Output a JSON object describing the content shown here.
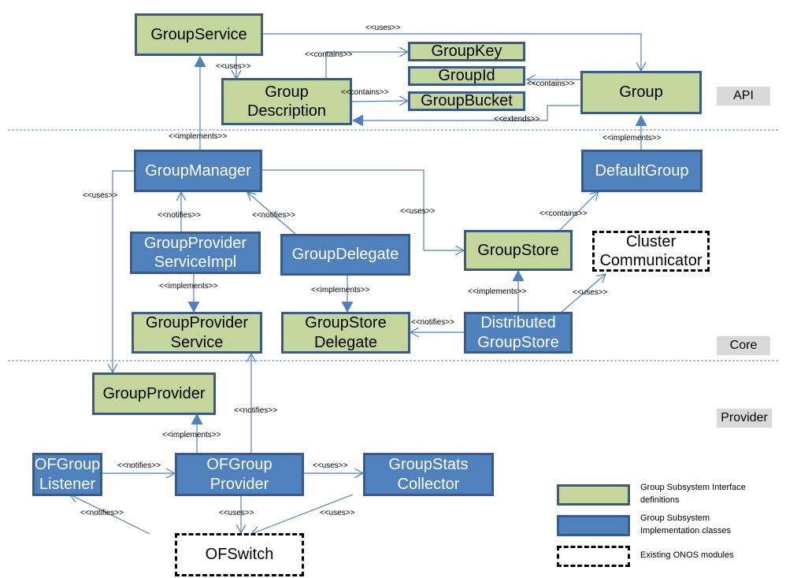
{
  "layers": {
    "api": "API",
    "core": "Core",
    "provider": "Provider"
  },
  "nodes": {
    "group_service": "GroupService",
    "group_description": "Group\nDescription",
    "group_key": "GroupKey",
    "group_id": "GroupId",
    "group_bucket": "GroupBucket",
    "group": "Group",
    "group_manager": "GroupManager",
    "default_group": "DefaultGroup",
    "group_provider_service_impl": "GroupProvider\nServiceImpl",
    "group_delegate": "GroupDelegate",
    "group_store": "GroupStore",
    "cluster_communicator": "Cluster\nCommunicator",
    "group_provider_service": "GroupProvider\nService",
    "group_store_delegate": "GroupStore\nDelegate",
    "distributed_group_store": "Distributed\nGroupStore",
    "group_provider": "GroupProvider",
    "of_group_listener": "OFGroup\nListener",
    "of_group_provider": "OFGroup\nProvider",
    "group_stats_collector": "GroupStats\nCollector",
    "of_switch": "OFSwitch"
  },
  "relations": {
    "service_uses_group": "<<uses>>",
    "service_uses_desc": "<<uses>>",
    "desc_contains_key": "<<contains>>",
    "desc_contains_bucket": "<<contains>>",
    "group_contains_id": "<<contains>>",
    "group_extends_desc": "<<extends>>",
    "manager_implements_service": "<<implements>>",
    "default_implements_group": "<<implements>>",
    "manager_uses_provider": "<<uses>>",
    "psi_notifies_manager": "<<notifies>>",
    "delegate_notifies_manager": "<<notifies>>",
    "manager_uses_store": "<<uses>>",
    "store_contains_default": "<<contains>>",
    "psi_implements_ps": "<<implements>>",
    "delegate_implements_sd": "<<implements>>",
    "dgs_implements_store": "<<implements>>",
    "dgs_uses_cluster": "<<uses>>",
    "dgs_notifies_sd": "<<notifies>>",
    "ofp_notifies_ps": "<<notifies>>",
    "ofp_implements_gp": "<<implements>>",
    "listener_notifies_ofp": "<<notifies>>",
    "ofp_uses_stats": "<<uses>>",
    "switch_notifies_listener": "<<notifies>>",
    "ofp_uses_switch": "<<uses>>",
    "stats_uses_switch": "<<uses>>"
  },
  "legend": {
    "interface": "Group Subsystem  Interface\ndefinitions",
    "implementation": "Group Subsystem\nImplementation classes",
    "existing": "Existing ONOS modules"
  },
  "colors": {
    "interface_fill": "#c3d69b",
    "implementation_fill": "#4f81bd",
    "border": "#385d8a",
    "connector": "#4f81bd"
  }
}
